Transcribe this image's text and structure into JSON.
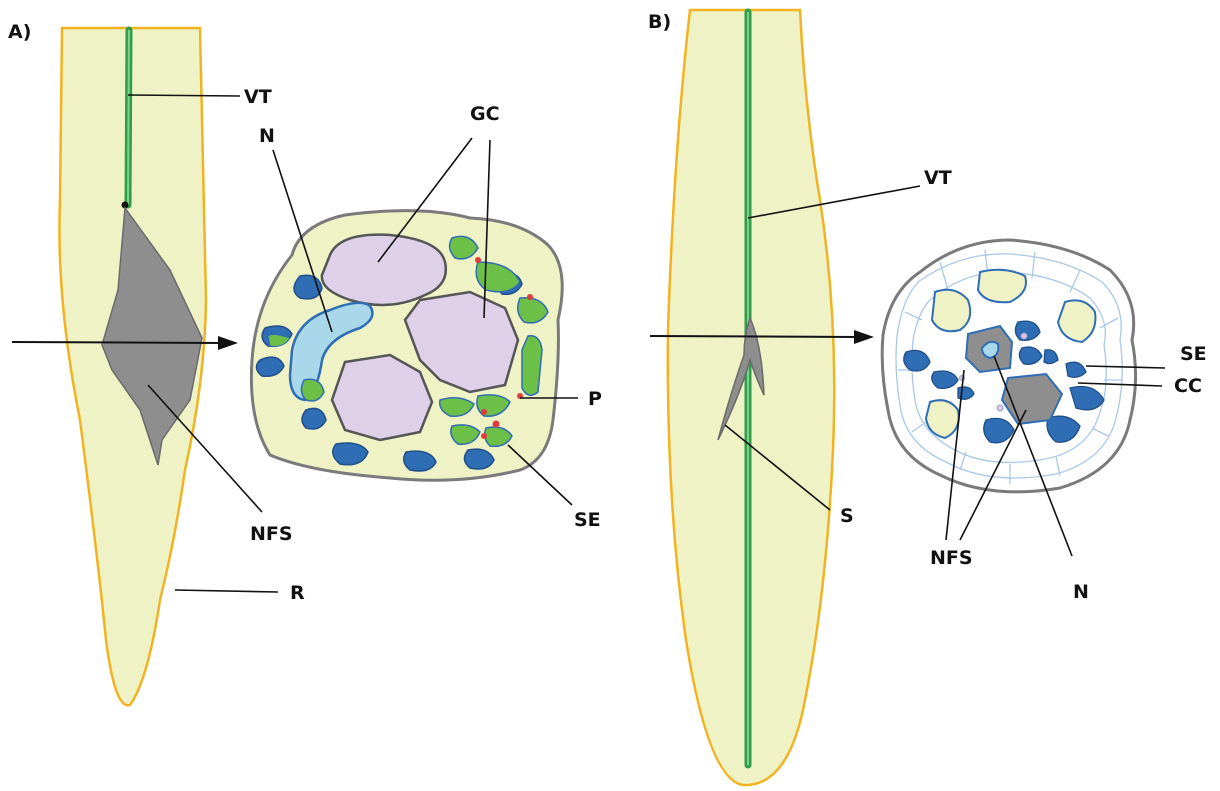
{
  "panels": [
    {
      "id": "A",
      "panel_label": "A)",
      "labels": {
        "vt": "VT",
        "n": "N",
        "gc": "GC",
        "p": "P",
        "se": "SE",
        "nfs": "NFS",
        "r": "R"
      }
    },
    {
      "id": "B",
      "panel_label": "B)",
      "labels": {
        "vt": "VT",
        "se": "SE",
        "cc": "CC",
        "s": "S",
        "nfs": "NFS",
        "n": "N"
      }
    }
  ],
  "colors": {
    "root_fill": "#eef2c4",
    "root_outline": "#f2b322",
    "vascular_trace": "#2e9e48",
    "feeding_site": "#8e8e8e",
    "giant_cell": "#ddd0e8",
    "nucleus": "#a8d8ea",
    "phloem_green": "#6cbf47",
    "xylem_blue": "#2f6db5",
    "plasmodesmata": "#e23b3b"
  }
}
